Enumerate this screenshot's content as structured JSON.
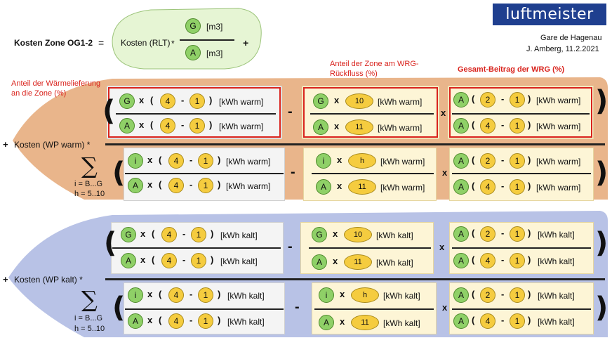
{
  "brand": {
    "logo": "luftmeister",
    "colors": {
      "logo_bg": "#1f3f8f",
      "warm_band": "#e9b58b",
      "cold_band": "#b8c2e6",
      "green": "#8fd067",
      "yellow": "#f5cc3f",
      "red": "#d9231d"
    }
  },
  "header": {
    "title": "Kosten Zone OG1-2",
    "equals": "=",
    "cost_rlt": "Kosten (RLT)",
    "star": "*",
    "plus": "+",
    "G": "G",
    "A": "A",
    "unit_m3": "[m3]",
    "place": "Gare de Hagenau",
    "author_date": "J. Amberg, 11.2.2021"
  },
  "annotations": {
    "anteil_waerme": "Anteil der Wärmelieferung an die Zone (%)",
    "anteil_zone": "Anteil der Zone am WRG-Rückfluss (%)",
    "gesamt_beitrag": "Gesamt-Beitrag der WRG (%)"
  },
  "warm": {
    "cost_label": "Kosten (WP warm) *",
    "plus": "+",
    "sum_sub1": "i = B...G",
    "sum_sub2": "h = 5..10",
    "unit": "[kWh warm]"
  },
  "cold": {
    "cost_label": "Kosten (WP kalt) *",
    "plus": "+",
    "sum_sub1": "i = B...G",
    "sum_sub2": "h = 5..10",
    "unit": "[kWh kalt]"
  },
  "symbols": {
    "x": "x",
    "open": "(",
    "close": ")",
    "minus": "-",
    "sigma": "∑",
    "G": "G",
    "A": "A",
    "i": "i",
    "h": "h",
    "n1": "1",
    "n2": "2",
    "n4": "4",
    "n10": "10",
    "n11": "11"
  }
}
